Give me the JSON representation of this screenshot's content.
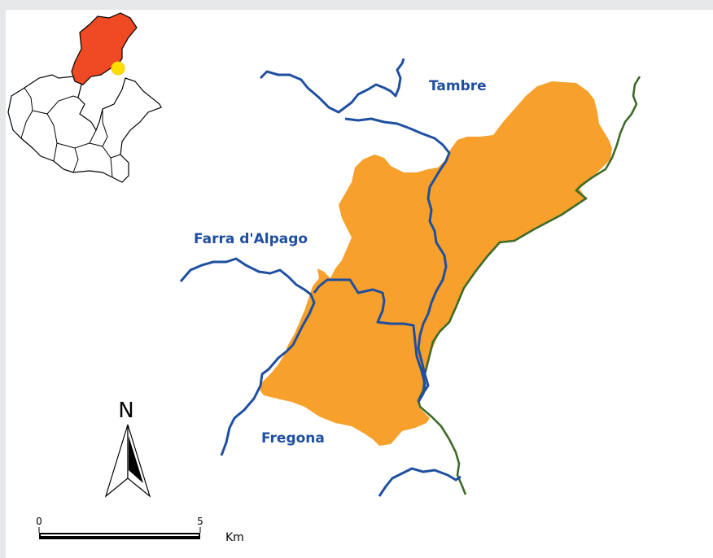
{
  "labels": {
    "tambre": "Tambre",
    "farra": "Farra d'Alpago",
    "fregona": "Fregona"
  },
  "north_arrow": {
    "letter": "N"
  },
  "scale_bar": {
    "start": "0",
    "end": "5",
    "unit": "Km"
  },
  "colors": {
    "municipality_fill": "#f7a02b",
    "river": "#1f4fa0",
    "region_boundary": "#3d6b2a",
    "inset_highlight": "#f04a24",
    "inset_marker": "#ffdd00",
    "label_text": "#1f4fa0",
    "background": "#ffffff",
    "page": "#e6e7e9"
  }
}
